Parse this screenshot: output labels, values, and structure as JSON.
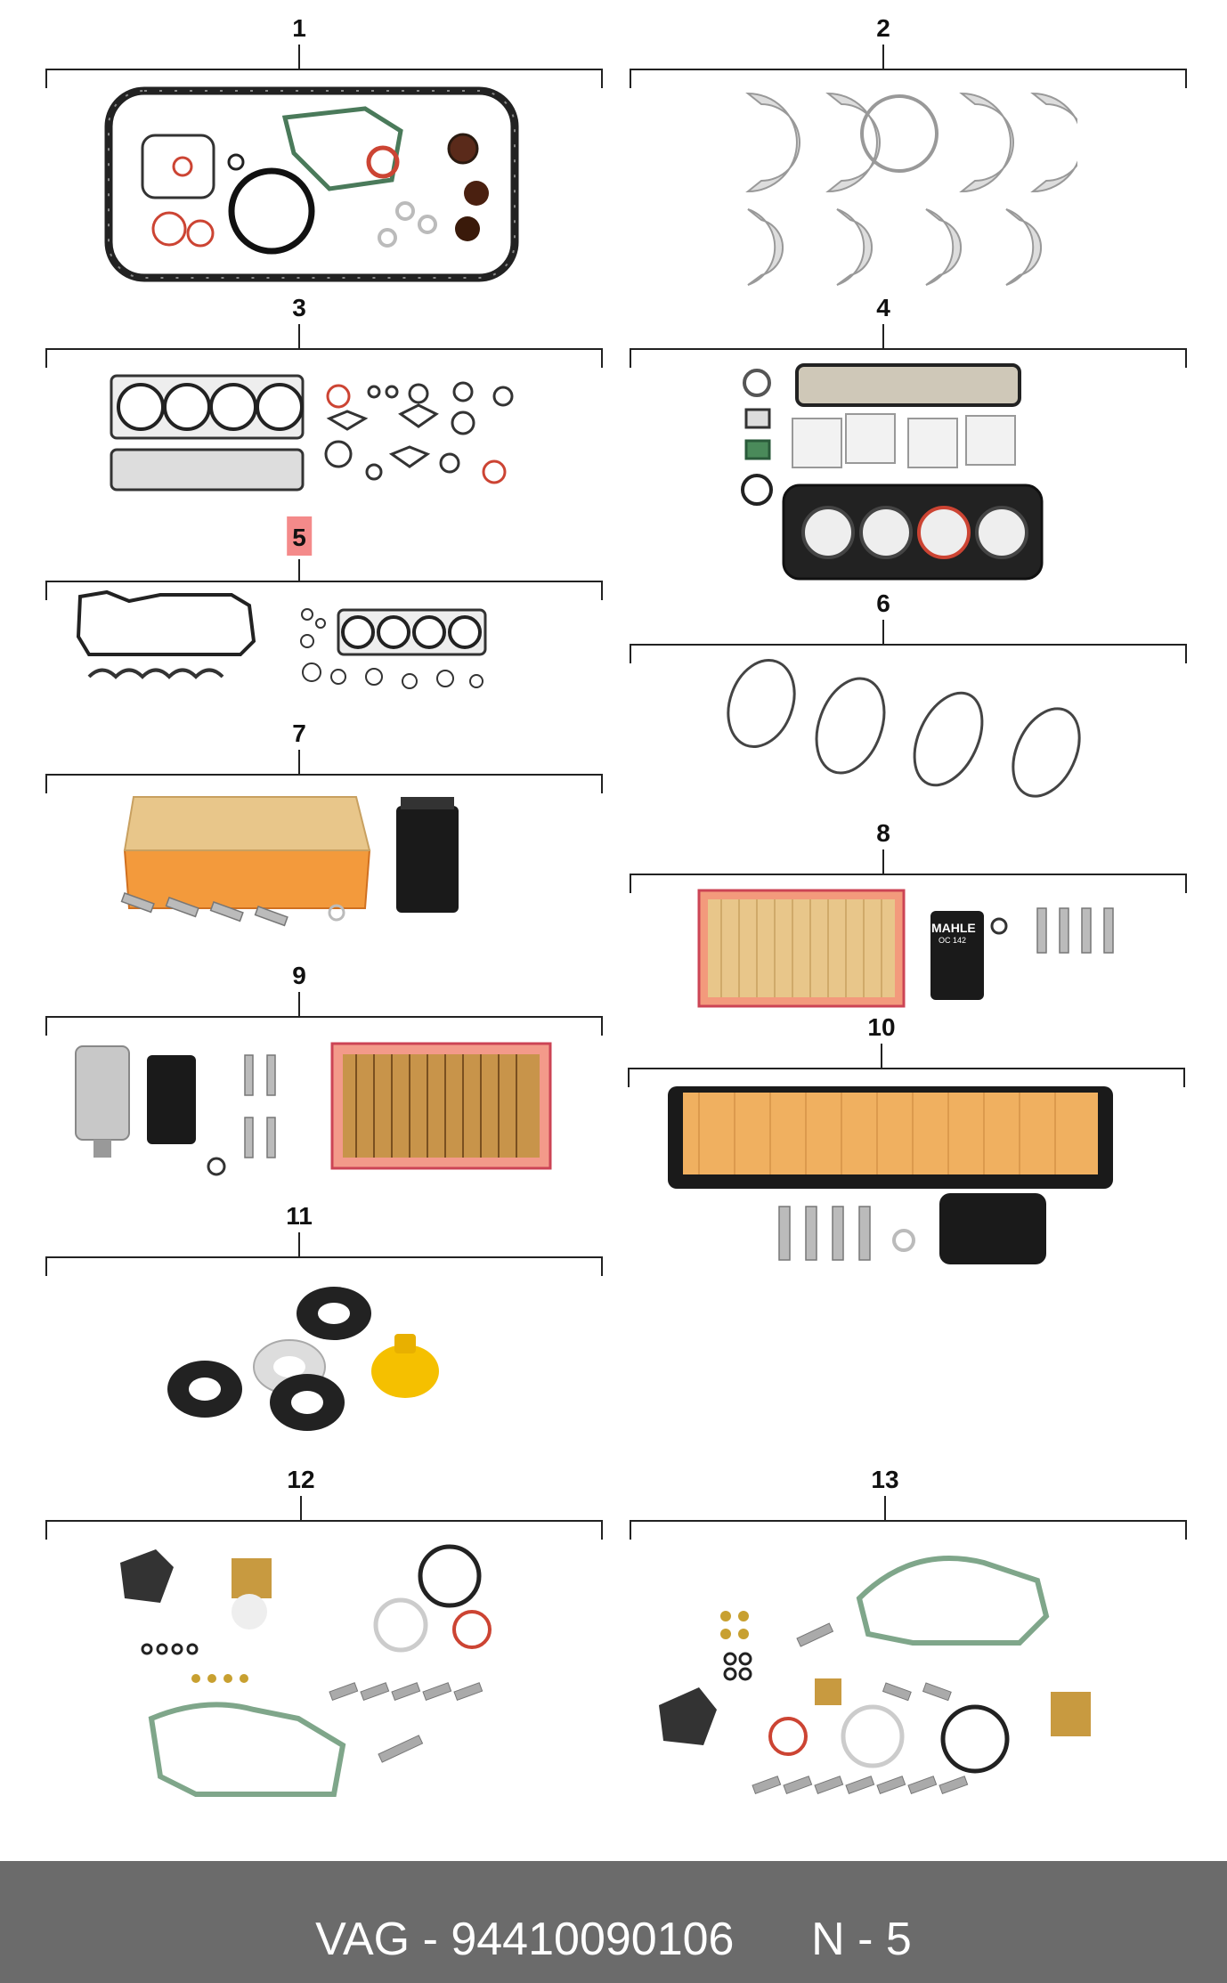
{
  "groups": [
    {
      "num": "1",
      "highlighted": false
    },
    {
      "num": "2",
      "highlighted": false
    },
    {
      "num": "3",
      "highlighted": false
    },
    {
      "num": "4",
      "highlighted": false
    },
    {
      "num": "5",
      "highlighted": true
    },
    {
      "num": "6",
      "highlighted": false
    },
    {
      "num": "7",
      "highlighted": false
    },
    {
      "num": "8",
      "highlighted": false
    },
    {
      "num": "9",
      "highlighted": false
    },
    {
      "num": "10",
      "highlighted": false
    },
    {
      "num": "11",
      "highlighted": false
    },
    {
      "num": "12",
      "highlighted": false
    },
    {
      "num": "13",
      "highlighted": false
    }
  ],
  "parts_text": {
    "filter_brand": "MAHLE",
    "filter_code": "OC 142"
  },
  "footer": {
    "brand": "VAG",
    "part_number": "94410090106",
    "position": "N - 5"
  },
  "colors": {
    "footer_bg": "#6b6b6b",
    "highlight": "#f48a8a",
    "gasket": "#7fa68a",
    "filter_orange": "#f39a3c",
    "filter_paper": "#e8c68a"
  }
}
